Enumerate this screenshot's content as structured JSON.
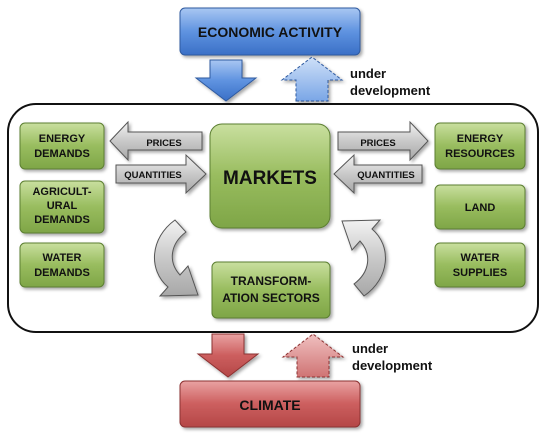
{
  "top": {
    "title": "ECONOMIC ACTIVITY",
    "note_line1": "under",
    "note_line2": "development"
  },
  "bottom": {
    "title": "CLIMATE",
    "note_line1": "under",
    "note_line2": "development"
  },
  "center": {
    "markets": "MARKETS",
    "transformation_line1": "TRANSFORM-",
    "transformation_line2": "ATION SECTORS"
  },
  "left": {
    "energy_line1": "ENERGY",
    "energy_line2": "DEMANDS",
    "agri_line1": "AGRICULT-",
    "agri_line2": "URAL",
    "agri_line3": "DEMANDS",
    "water_line1": "WATER",
    "water_line2": "DEMANDS"
  },
  "right": {
    "energy_line1": "ENERGY",
    "energy_line2": "RESOURCES",
    "land": "LAND",
    "water_line1": "WATER",
    "water_line2": "SUPPLIES"
  },
  "arrows": {
    "left_prices": "PRICES",
    "left_quantities": "QUANTITIES",
    "right_prices": "PRICES",
    "right_quantities": "QUANTITIES"
  },
  "colors": {
    "blue": "#4f83d6",
    "green": "#8db255",
    "red": "#c45454",
    "gray": "#bdbdbd"
  }
}
